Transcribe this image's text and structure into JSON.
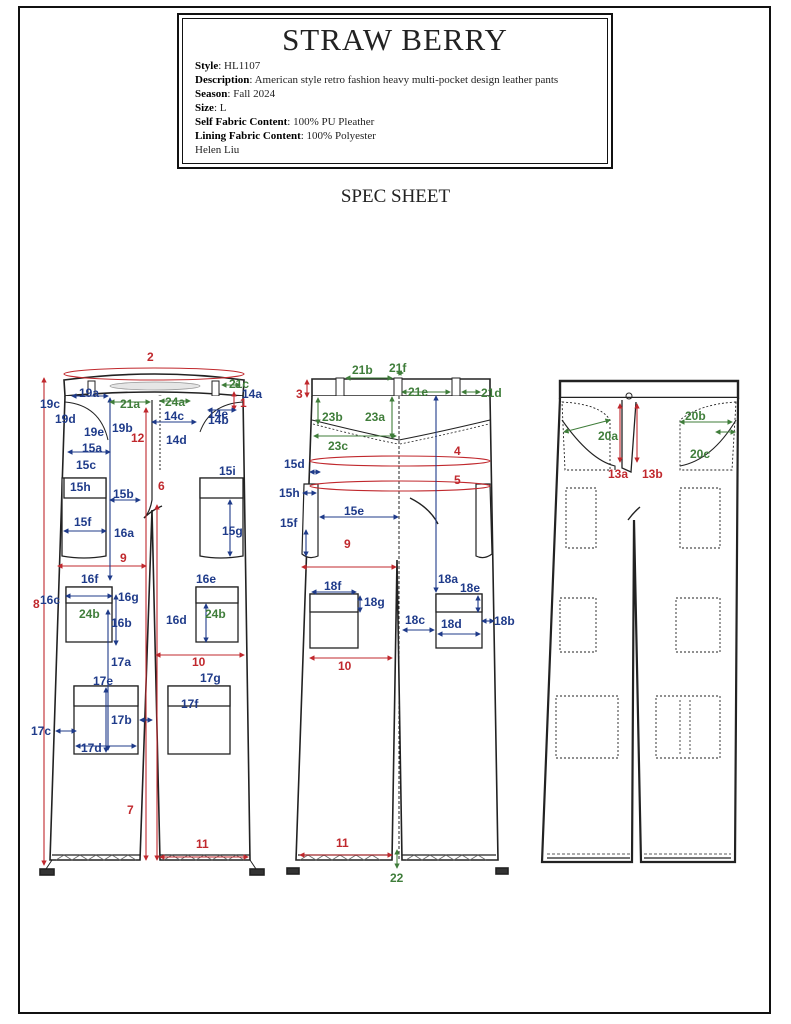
{
  "header": {
    "brand": "STRAW BERRY",
    "style_label": "Style",
    "style_value": ": HL1107",
    "description_label": "Description",
    "description_value": ": American style retro fashion heavy multi-pocket design leather pants",
    "season_label": "Season",
    "season_value": ": Fall 2024",
    "size_label": "Size",
    "size_value": ": L",
    "self_fabric_label": "Self Fabric Content",
    "self_fabric_value": ": 100% PU Pleather",
    "lining_fabric_label": "Lining Fabric Content",
    "lining_fabric_value": ": 100% Polyester",
    "designer": "Helen Liu"
  },
  "sheet_title": "SPEC SHEET",
  "colors": {
    "red": "#c0282d",
    "blue": "#1f3b8a",
    "green": "#3f7d3a",
    "line": "#222222"
  },
  "front_labels": {
    "l1": "1",
    "l2": "2",
    "l6": "6",
    "l7": "7",
    "l8": "8",
    "l9": "9",
    "l10": "10",
    "l11": "11",
    "l12": "12",
    "l14a": "14a",
    "l14b": "14b",
    "l14c": "14c",
    "l14d": "14d",
    "l14e": "14e",
    "l15a": "15a",
    "l15b": "15b",
    "l15c": "15c",
    "l15f": "15f",
    "l15g": "15g",
    "l15h": "15h",
    "l15i": "15i",
    "l16a": "16a",
    "l16b": "16b",
    "l16c": "16c",
    "l16d": "16d",
    "l16e": "16e",
    "l16f": "16f",
    "l16g": "16g",
    "l17a": "17a",
    "l17b": "17b",
    "l17c": "17c",
    "l17d": "17d",
    "l17e": "17e",
    "l17f": "17f",
    "l17g": "17g",
    "l19a": "19a",
    "l19b": "19b",
    "l19c": "19c",
    "l19d": "19d",
    "l19e": "19e",
    "l21a": "21a",
    "l21c": "21c",
    "l24a": "24a",
    "l24b_left": "24b",
    "l24b_right": "24b"
  },
  "back_labels": {
    "l3": "3",
    "l4": "4",
    "l5": "5",
    "l9": "9",
    "l10": "10",
    "l11": "11",
    "l15d": "15d",
    "l15e": "15e",
    "l15f": "15f",
    "l15h": "15h",
    "l18a": "18a",
    "l18b": "18b",
    "l18c": "18c",
    "l18d": "18d",
    "l18e": "18e",
    "l18f": "18f",
    "l18g": "18g",
    "l21b": "21b",
    "l21d": "21d",
    "l21e": "21e",
    "l21f": "21f",
    "l22": "22",
    "l23a": "23a",
    "l23b": "23b",
    "l23c": "23c"
  },
  "lining_labels": {
    "l13a": "13a",
    "l13b": "13b",
    "l20a": "20a",
    "l20b": "20b",
    "l20c": "20c"
  }
}
